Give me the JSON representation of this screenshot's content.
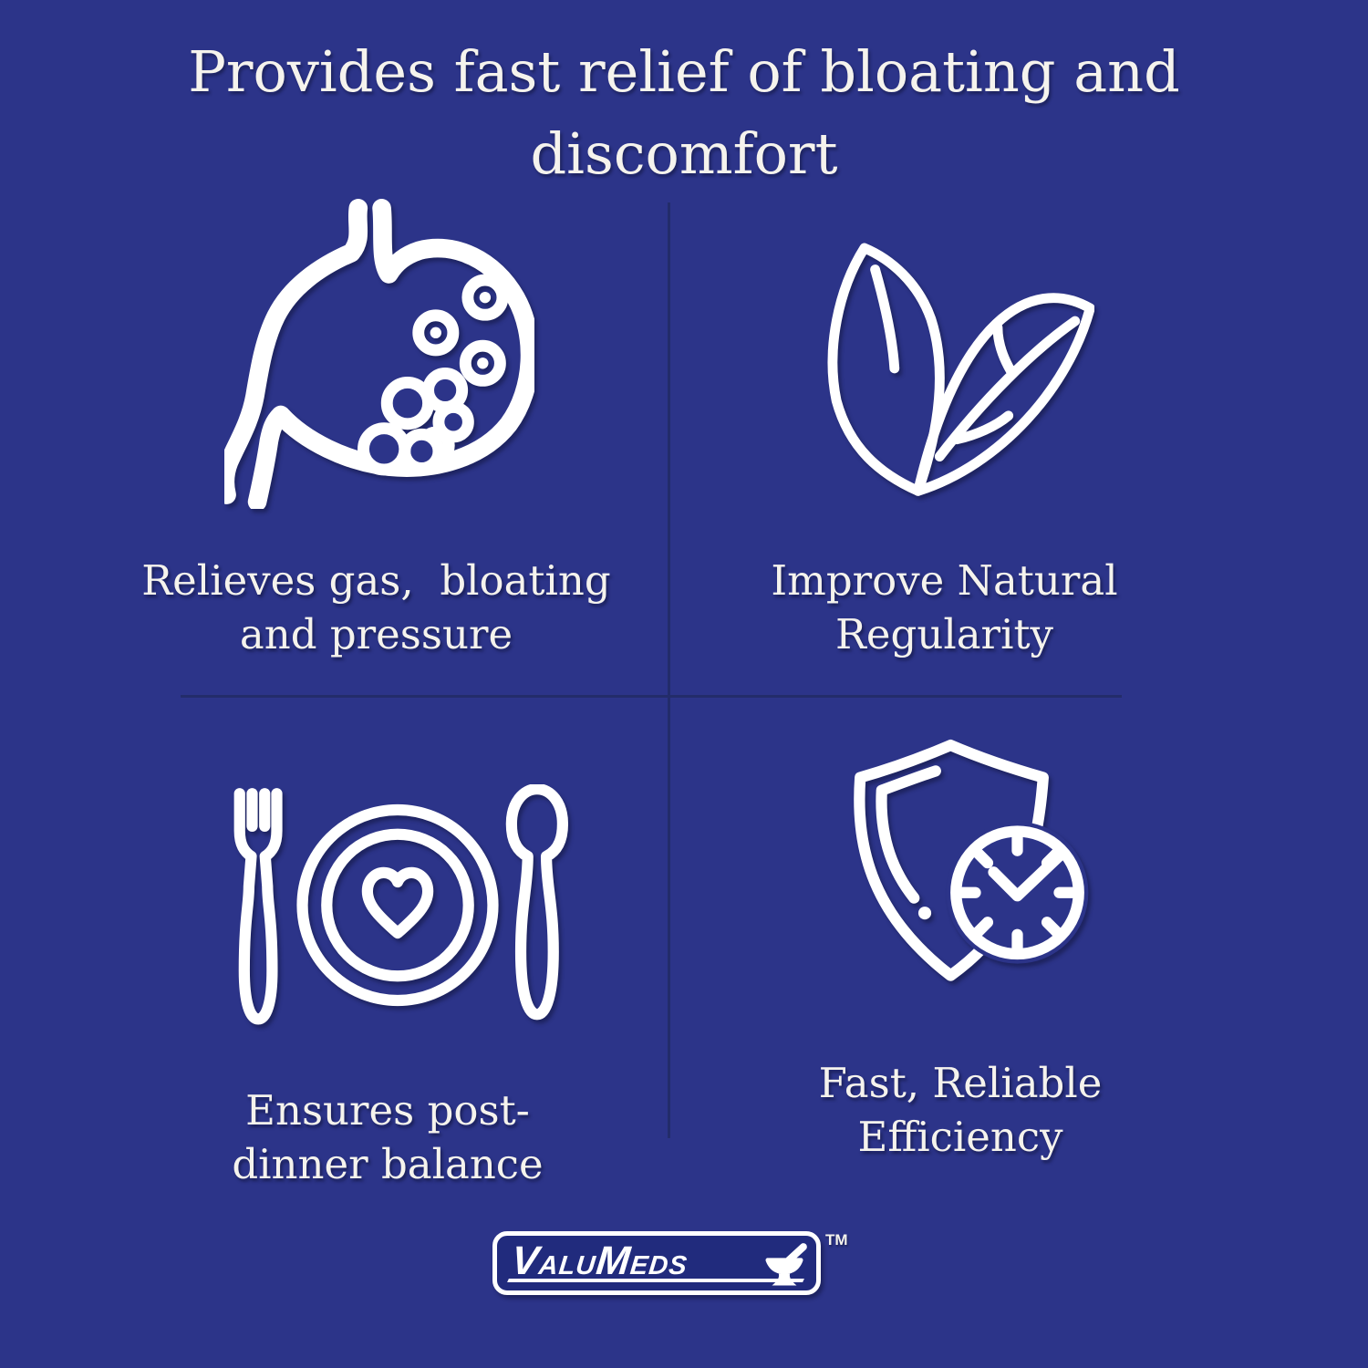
{
  "colors": {
    "bg": "#2c3489",
    "divider": "#232c6a",
    "text": "#f5f3ed",
    "icon": "#ffffff",
    "logoFill": "#212b7d"
  },
  "title": {
    "line1": "Provides fast relief of bloating and",
    "line2": "discomfort"
  },
  "quadrants": [
    {
      "icon": "stomach-gas-icon",
      "line1": "Relieves gas,  bloating",
      "line2": "and pressure"
    },
    {
      "icon": "leaves-icon",
      "line1": "Improve Natural",
      "line2": "Regularity"
    },
    {
      "icon": "plate-heart-cutlery-icon",
      "line1": "Ensures post-",
      "line2": "dinner balance"
    },
    {
      "icon": "shield-clock-icon",
      "line1": "Fast, Reliable",
      "line2": "Efficiency"
    }
  ],
  "logo": {
    "part_v": "V",
    "part_alu": "ALU",
    "part_m": "M",
    "part_eds": "EDS",
    "trademark": "TM"
  }
}
